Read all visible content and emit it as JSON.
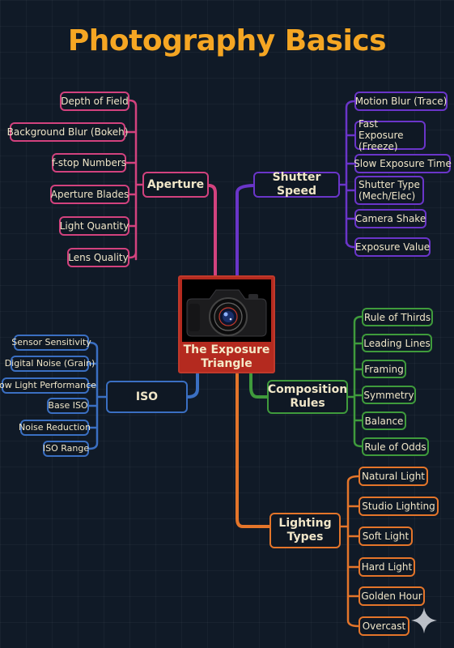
{
  "title": "Photography Basics",
  "center": {
    "label": "The Exposure Triangle"
  },
  "colors": {
    "title": "#f5a623",
    "aperture": "#d2427e",
    "shutter": "#6a35c9",
    "iso": "#3a6fc2",
    "composition": "#3f9b3c",
    "lighting": "#e4752a",
    "center": "#b42a1f"
  },
  "branches": {
    "aperture": {
      "label": "Aperture",
      "items": [
        "Depth of Field",
        "Background Blur (Bokeh)",
        "f-stop Numbers",
        "Aperture Blades",
        "Light Quantity",
        "Lens Quality"
      ]
    },
    "shutter": {
      "label": "Shutter Speed",
      "items": [
        "Motion Blur (Trace)",
        "Fast Exposure (Freeze)",
        "Slow Exposure Time",
        "Shutter Type (Mech/Elec)",
        "Camera Shake",
        "Exposure Value"
      ]
    },
    "iso": {
      "label": "ISO",
      "items": [
        "Sensor Sensitivity",
        "Digital Noise (Grain)",
        "Low Light Performance",
        "Base ISO",
        "Noise Reduction",
        "ISO Range"
      ]
    },
    "composition": {
      "label": "Composition Rules",
      "items": [
        "Rule of Thirds",
        "Leading Lines",
        "Framing",
        "Symmetry",
        "Balance",
        "Rule of Odds"
      ]
    },
    "lighting": {
      "label": "Lighting Types",
      "items": [
        "Natural Light",
        "Studio Lighting",
        "Soft Light",
        "Hard Light",
        "Golden Hour",
        "Overcast"
      ]
    }
  }
}
